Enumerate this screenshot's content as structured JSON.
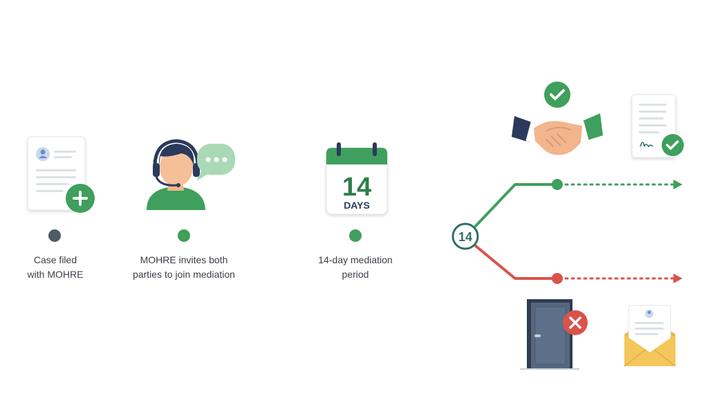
{
  "colors": {
    "start_node": "#4e5a66",
    "green": "#3f9f5c",
    "green_dark": "#2f7d4a",
    "red": "#d9534a",
    "center_ring": "#2f6f66",
    "text": "#3a3f45",
    "navy": "#2b3a5c",
    "door": "#4f5f74",
    "envelope": "#f4c75c"
  },
  "steps": [
    {
      "line1": "Case filed",
      "line2": "with MOHRE"
    },
    {
      "line1": "MOHRE invites both",
      "line2": "parties to join mediation"
    },
    {
      "line1": "14-day mediation",
      "line2": "period"
    }
  ],
  "calendar": {
    "number": "14",
    "unit": "DAYS"
  },
  "decision_node": {
    "number": "14"
  },
  "icons": [
    "document-add-icon",
    "headset-agent-icon",
    "chat-bubble-icon",
    "calendar-icon",
    "checkmark-icon",
    "handshake-icon",
    "signed-document-icon",
    "door-icon",
    "x-mark-icon",
    "envelope-letter-icon"
  ]
}
